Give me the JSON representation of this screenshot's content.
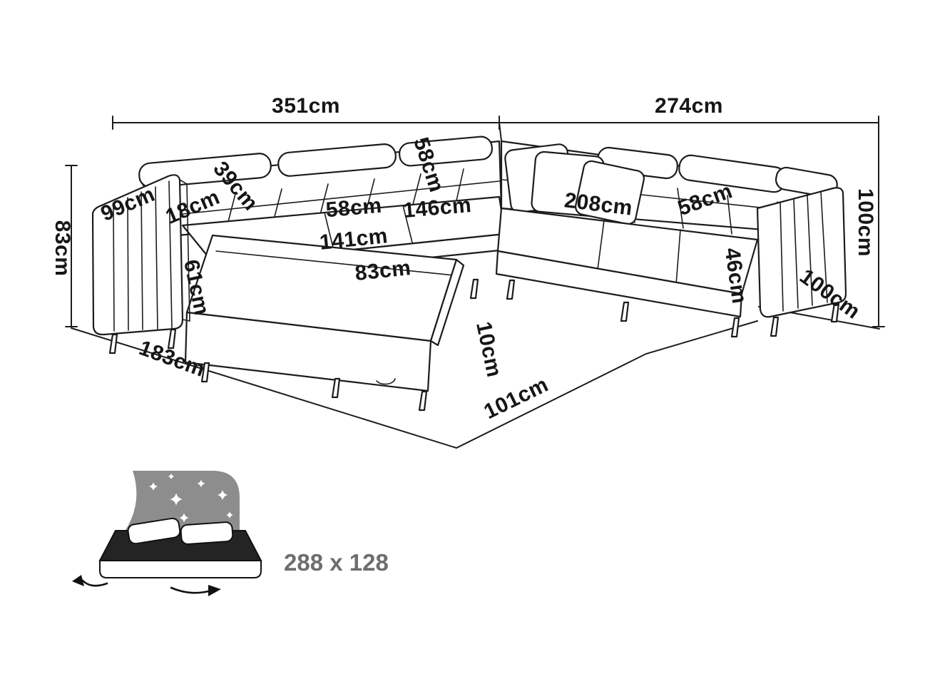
{
  "diagram": {
    "dims": {
      "top_left": "351cm",
      "top_right": "274cm",
      "right_height": "100cm",
      "left_height": "83cm",
      "armrest_width": "99cm",
      "armrest_thickness": "18cm",
      "headrest_depth": "39cm",
      "headrest_width": "58cm",
      "left_cushion": "58cm",
      "mid_section": "146cm",
      "chaise_length": "141cm",
      "chaise_width": "83cm",
      "armrest_height": "61cm",
      "right_section": "208cm",
      "right_cushion": "58cm",
      "seat_height": "46cm",
      "right_depth": "100cm",
      "left_depth": "183cm",
      "leg_height": "10cm",
      "front_depth": "101cm"
    },
    "bed": {
      "sleeping_area": "288 x 128"
    }
  }
}
